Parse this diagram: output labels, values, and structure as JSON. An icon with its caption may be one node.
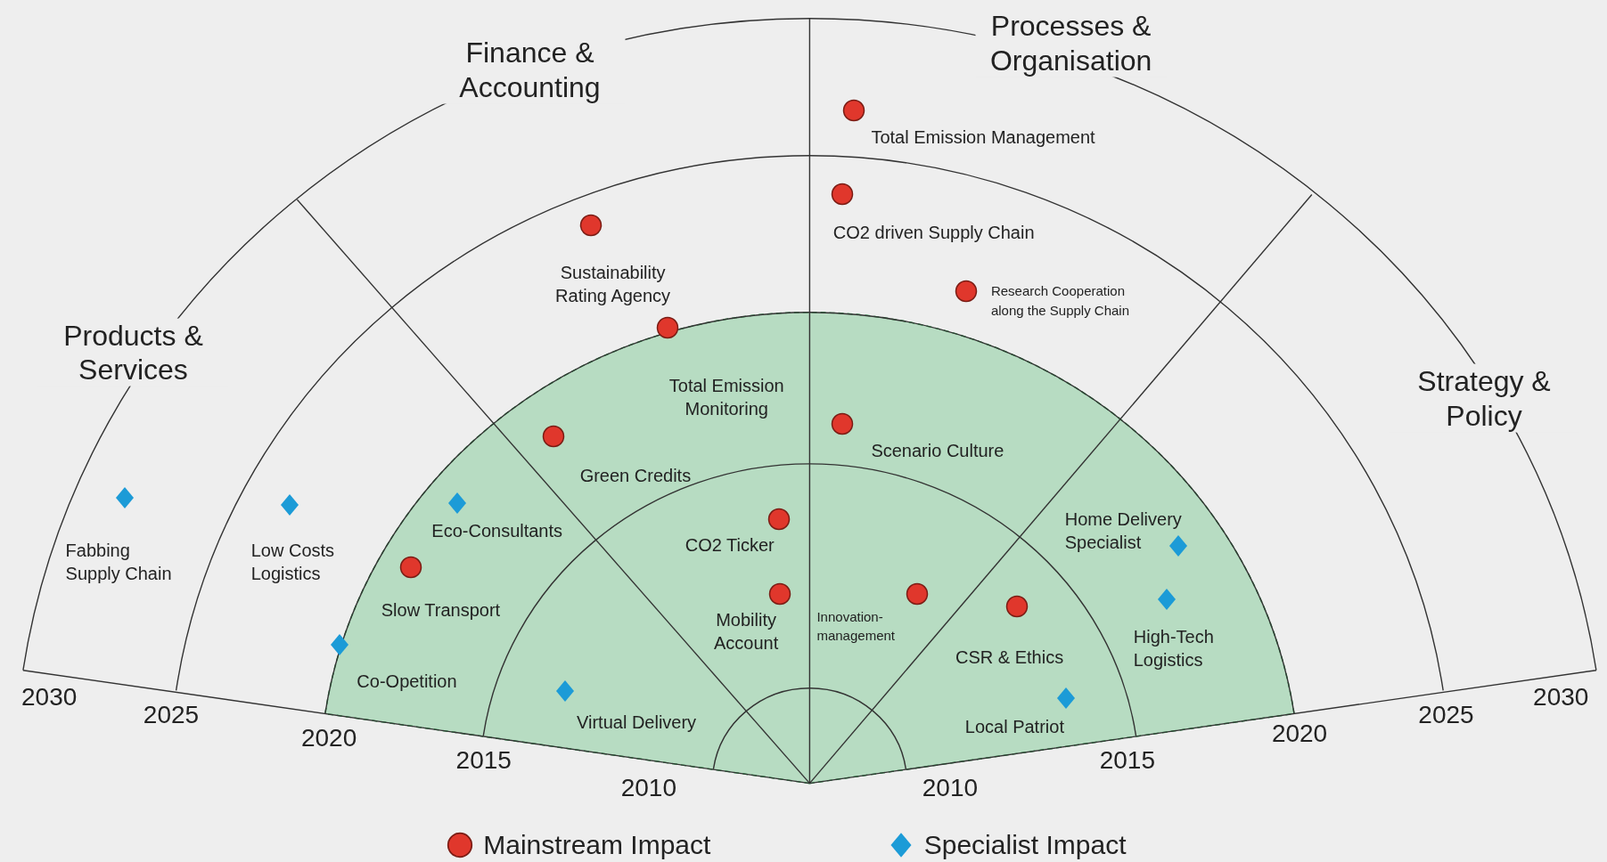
{
  "diagram": {
    "nodes": [
      {
        "text": [],
        "shape": "circle"
      },
      {
        "text": [
          "Total Emission Management"
        ]
      },
      {
        "text": [],
        "shape": "circle"
      },
      {
        "text": [
          "CO2 driven Supply Chain"
        ]
      },
      {
        "text": [],
        "shape": "circle"
      },
      {
        "text": [
          "Sustainability Rating Agency"
        ]
      },
      {
        "text": [],
        "shape": "circle"
      },
      {
        "text": [
          "Research Cooperation along the Supply Chain"
        ]
      },
      {
        "text": [],
        "shape": "circle"
      },
      {
        "text": [
          "Total Emission Monitoring"
        ]
      },
      {
        "text": [],
        "shape": "circle"
      },
      {
        "text": [
          "Scenario Culture"
        ]
      },
      {
        "text": [],
        "shape": "circle"
      },
      {
        "text": [
          "Green Credits"
        ]
      },
      {
        "text": [],
        "shape": "diamond"
      },
      {
        "text": [
          "Eco-Consultants"
        ]
      },
      {
        "text": [],
        "shape": "circle"
      },
      {
        "text": [
          "CO2 Ticker"
        ]
      },
      {
        "text": [],
        "shape": "diamond"
      },
      {
        "text": [
          "Home Delivery Specialist"
        ]
      },
      {
        "text": [],
        "shape": "circle"
      },
      {
        "text": [
          "Slow Transport"
        ]
      },
      {
        "text": [],
        "shape": "diamond"
      },
      {
        "text": [
          "Fabbing Supply Chain"
        ]
      },
      {
        "text": [],
        "shape": "diamond"
      },
      {
        "text": [
          "Low Costs Logistics"
        ]
      },
      {
        "text": [],
        "shape": "circle"
      },
      {
        "text": [
          "Mobility Account"
        ]
      },
      {
        "text": [],
        "shape": "circle"
      },
      {
        "text": [
          "Innovation-management"
        ]
      },
      {
        "text": [],
        "shape": "circle"
      },
      {
        "text": [
          "CSR & Ethics"
        ]
      },
      {
        "text": [],
        "shape": "diamond"
      },
      {
        "text": [
          "High-Tech Logistics"
        ]
      },
      {
        "text": [],
        "shape": "diamond"
      },
      {
        "text": [
          "Co-Opetition"
        ]
      },
      {
        "text": [],
        "shape": "diamond"
      },
      {
        "text": [
          "Virtual Delivery"
        ]
      },
      {
        "text": [],
        "shape": "diamond"
      },
      {
        "text": [
          "Local Patriot"
        ]
      }
    ],
    "labels": [
      "Processes & Organisation",
      "Finance & Accounting",
      "Products & Services",
      "Strategy & Policy",
      "2030",
      "2030",
      "2025",
      "2025",
      "2020",
      "2020",
      "2015",
      "2015",
      "2010",
      "2010"
    ],
    "legend": [
      {
        "text": "Mainstream Impact",
        "color": "#e0372c"
      },
      {
        "text": "Specialist Impact",
        "color": "#1c9bd7"
      }
    ]
  }
}
